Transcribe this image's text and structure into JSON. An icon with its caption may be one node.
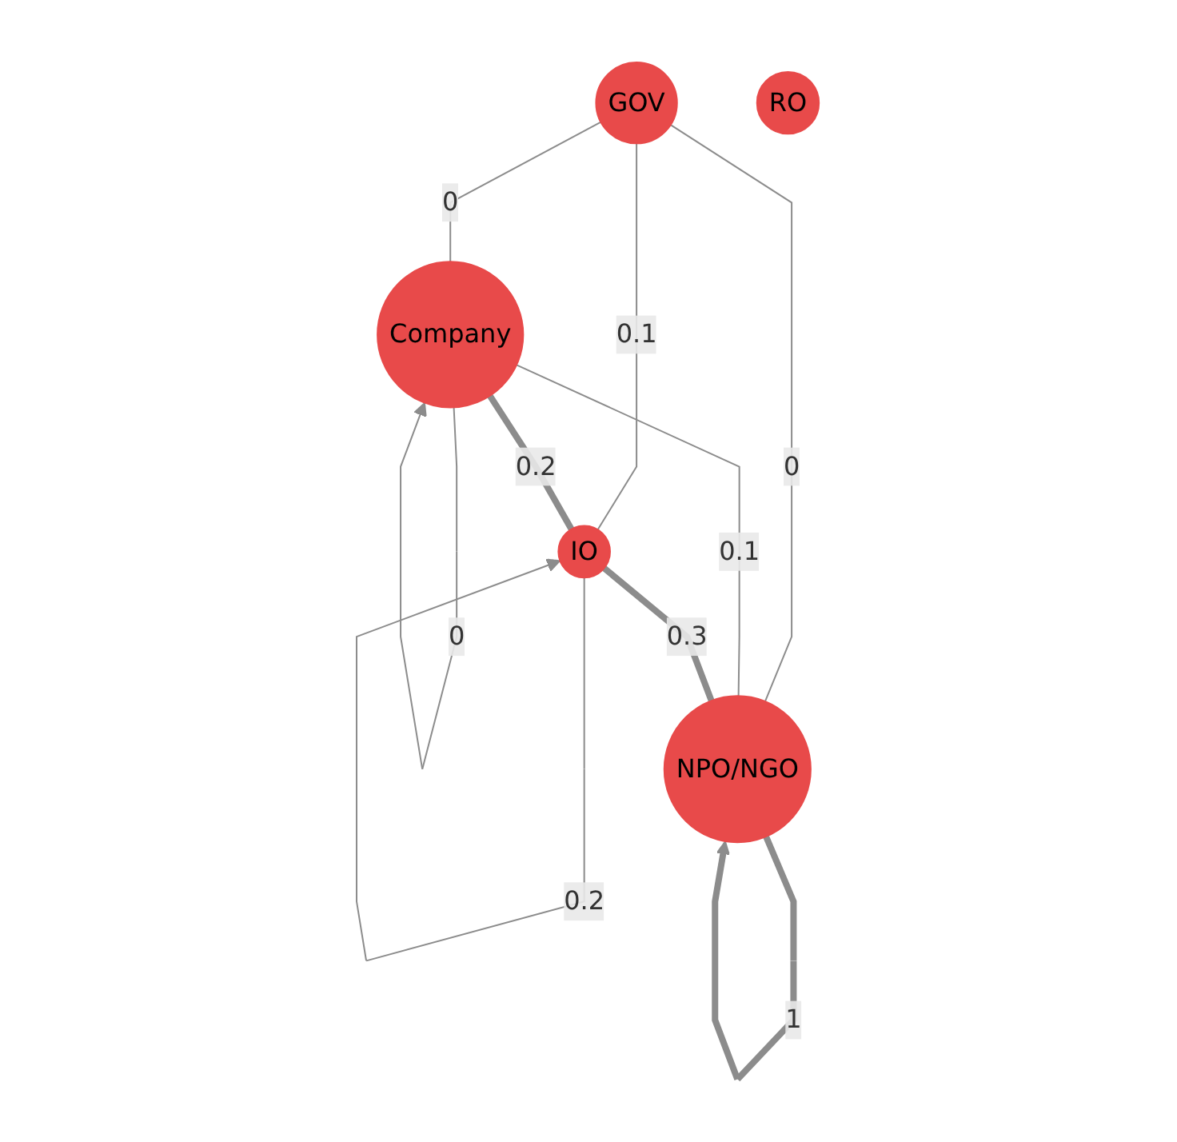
{
  "diagram": {
    "nodes": [
      {
        "text": [
          "GOV"
        ]
      },
      {
        "text": [
          "RO"
        ]
      },
      {
        "text": [
          "Company"
        ]
      },
      {
        "text": [
          "IO"
        ]
      },
      {
        "text": [
          "NPO/NGO"
        ]
      }
    ],
    "edges": [
      {
        "from": 0,
        "to": 3,
        "arrow": "none",
        "label": "0.1"
      },
      {
        "from": 0,
        "to": 2,
        "arrow": "none",
        "label": "0"
      },
      {
        "from": 0,
        "to": 4,
        "arrow": "none",
        "label": "0"
      },
      {
        "from": 2,
        "to": 2,
        "arrow": "to",
        "label": "0"
      },
      {
        "from": 2,
        "to": 3,
        "arrow": "none",
        "label": "0.2",
        "style": "thick"
      },
      {
        "from": 3,
        "to": 3,
        "arrow": "to",
        "label": "0.2"
      },
      {
        "from": 2,
        "to": 4,
        "arrow": "none",
        "label": "0.1"
      },
      {
        "from": 3,
        "to": 4,
        "arrow": "none",
        "label": "0.3",
        "style": "thick"
      },
      {
        "from": 4,
        "to": 4,
        "arrow": "to",
        "label": "1",
        "style": "thick"
      }
    ]
  }
}
